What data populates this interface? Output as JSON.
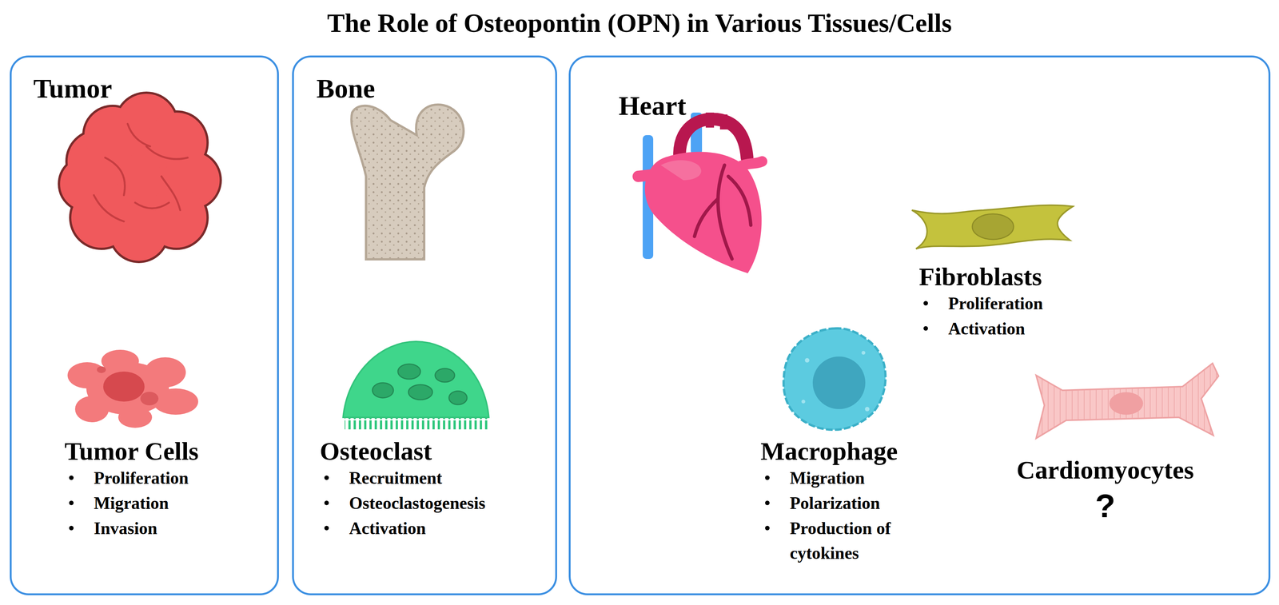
{
  "diagram": {
    "title": "The Role of Osteopontin (OPN) in Various Tissues/Cells",
    "nodes": [
      {
        "text": [
          "Tumor"
        ]
      },
      {
        "text": [
          "Tumor Cells",
          "Proliferation",
          "Migration",
          "Invasion"
        ],
        "in": 0
      },
      {
        "text": [
          "Bone"
        ]
      },
      {
        "text": [
          "Osteoclast",
          "Recruitment",
          "Osteoclastogenesis",
          "Activation"
        ],
        "in": 2
      },
      {
        "text": [
          "Heart"
        ]
      },
      {
        "text": [
          "Fibroblasts",
          "Proliferation",
          "Activation"
        ],
        "in": 4
      },
      {
        "text": [
          "Macrophage",
          "Migration",
          "Polarization",
          "Production of cytokines"
        ],
        "in": 4
      },
      {
        "text": [
          "Cardiomyocytes",
          "?"
        ],
        "in": 4
      }
    ]
  }
}
